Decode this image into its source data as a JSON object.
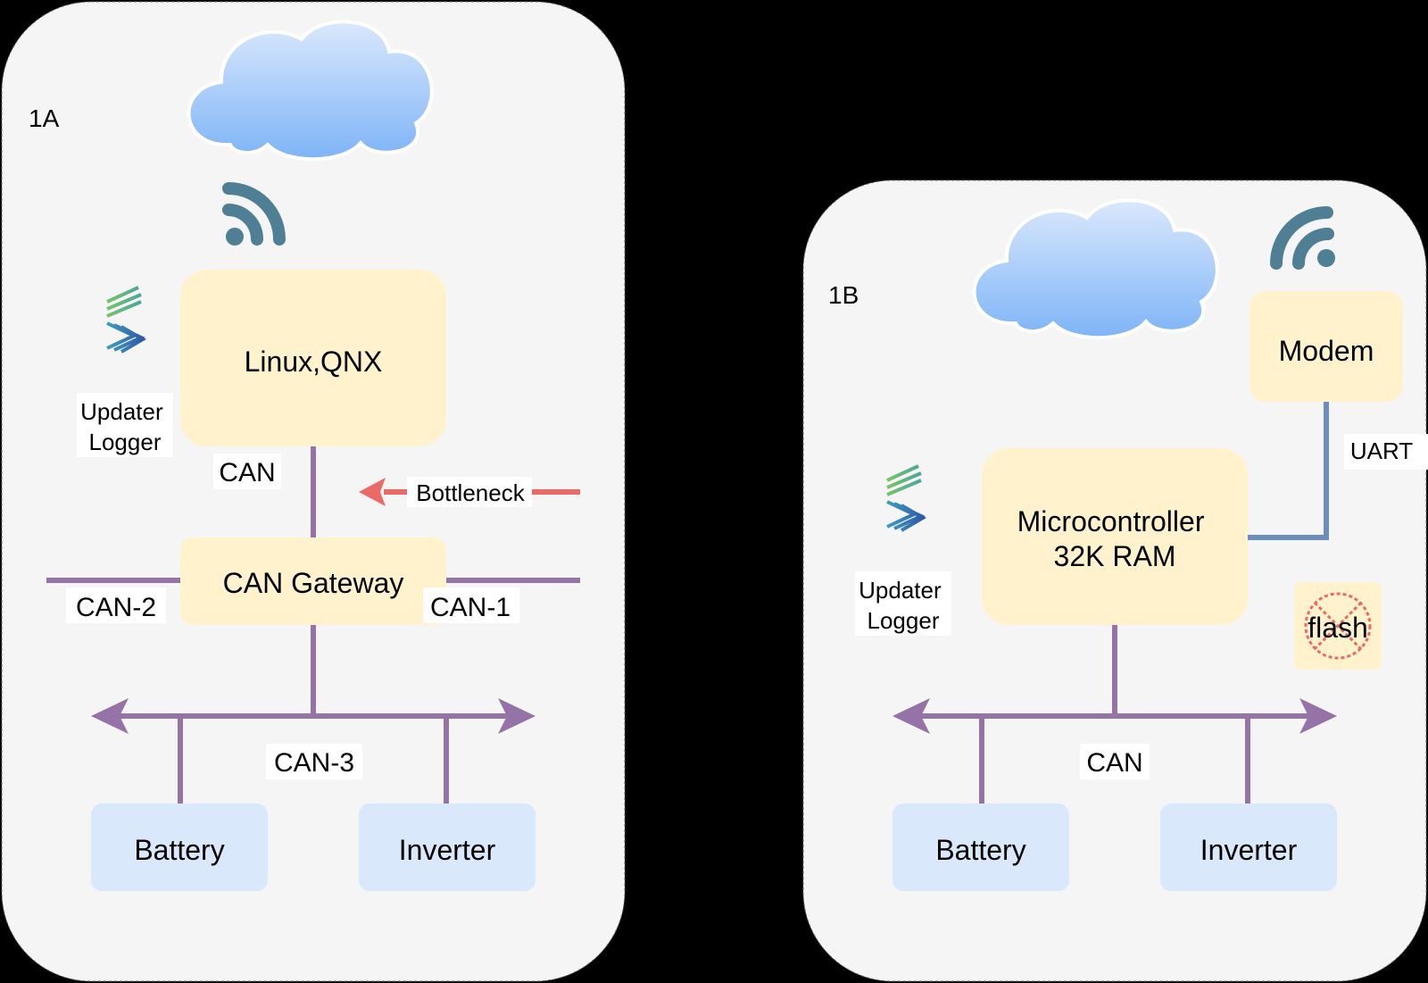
{
  "panel_a": {
    "label": "1A",
    "linux_box": "Linux,QNX",
    "updater_line1": "Updater",
    "updater_line2": "Logger",
    "can_label": "CAN",
    "bottleneck_label": "Bottleneck",
    "gateway_box": "CAN Gateway",
    "can2_label": "CAN-2",
    "can1_label": "CAN-1",
    "can3_label": "CAN-3",
    "battery_box": "Battery",
    "inverter_box": "Inverter"
  },
  "panel_b": {
    "label": "1B",
    "modem_box": "Modem",
    "uart_label": "UART",
    "mcu_line1": "Microcontroller",
    "mcu_line2": "32K RAM",
    "updater_line1": "Updater",
    "updater_line2": "Logger",
    "flash_label": "flash",
    "can_label": "CAN",
    "battery_box": "Battery",
    "inverter_box": "Inverter"
  },
  "colors": {
    "panel": "#f5f5f5",
    "box_yellow": "#fff2cc",
    "box_blue": "#dae8fc",
    "bus": "#9673a6",
    "uart": "#6c8ebf",
    "wifi": "#4f7f94",
    "bottleneck": "#ea6b66"
  }
}
